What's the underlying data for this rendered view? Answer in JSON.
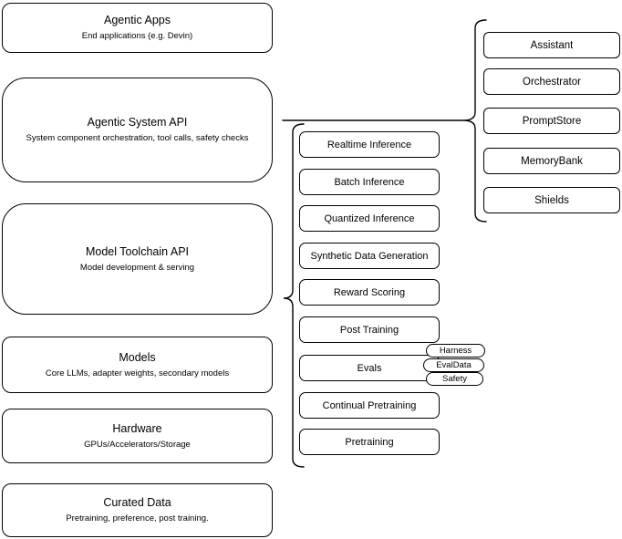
{
  "diagram": {
    "left_stack": [
      {
        "title": "Agentic Apps",
        "subtitle": "End applications (e.g. Devin)"
      },
      {
        "title": "Agentic System API",
        "subtitle": "System component orchestration, tool calls, safety checks"
      },
      {
        "title": "Model Toolchain API",
        "subtitle": "Model development & serving"
      },
      {
        "title": "Models",
        "subtitle": "Core LLMs, adapter weights, secondary models"
      },
      {
        "title": "Hardware",
        "subtitle": "GPUs/Accelerators/Storage"
      },
      {
        "title": "Curated Data",
        "subtitle": "Pretraining, preference, post training."
      }
    ],
    "toolchain_services": [
      {
        "label": "Realtime Inference"
      },
      {
        "label": "Batch Inference"
      },
      {
        "label": "Quantized Inference"
      },
      {
        "label": "Synthetic Data Generation"
      },
      {
        "label": "Reward Scoring"
      },
      {
        "label": "Post Training"
      },
      {
        "label": "Evals"
      },
      {
        "label": "Continual Pretraining"
      },
      {
        "label": "Pretraining"
      }
    ],
    "evals_tags": [
      {
        "label": "Harness"
      },
      {
        "label": "EvalData"
      },
      {
        "label": "Safety"
      }
    ],
    "system_components": [
      {
        "label": "Assistant"
      },
      {
        "label": "Orchestrator"
      },
      {
        "label": "PromptStore"
      },
      {
        "label": "MemoryBank"
      },
      {
        "label": "Shields"
      }
    ],
    "colors": {
      "stroke": "#000000",
      "fill": "#ffffff",
      "text": "#000000"
    }
  }
}
